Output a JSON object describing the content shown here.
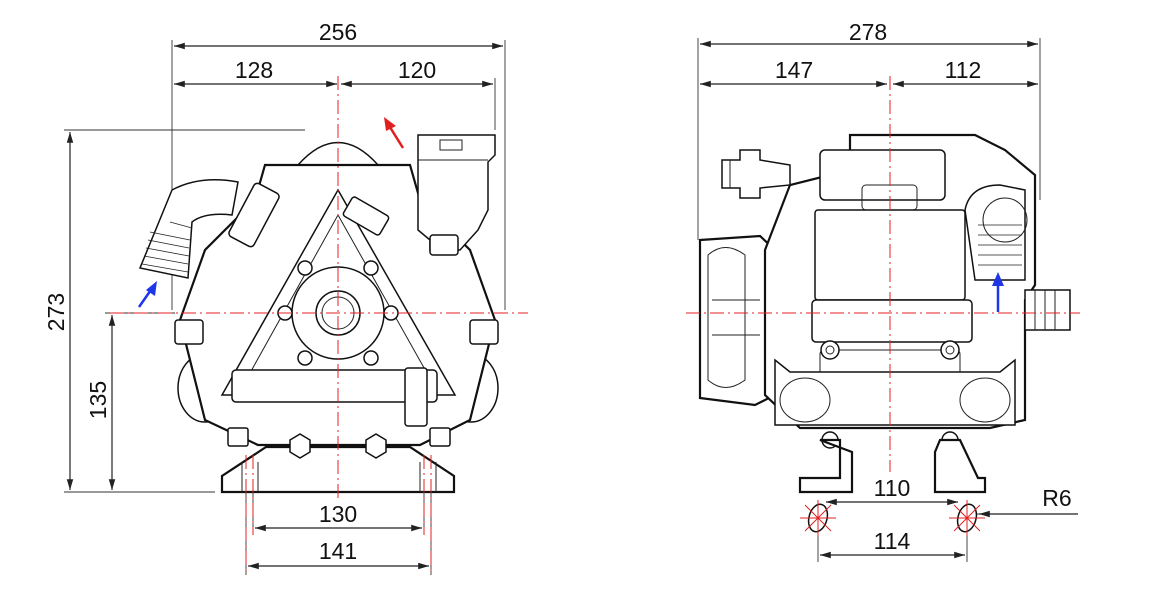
{
  "front_view": {
    "dims": {
      "overall_width": "256",
      "left_half": "128",
      "right_half": "120",
      "overall_height": "273",
      "shaft_height": "135",
      "base_inner": "130",
      "base_outer": "141"
    },
    "arrows": {
      "outlet_color": "#e02020",
      "inlet_color": "#1f35e8"
    }
  },
  "side_view": {
    "dims": {
      "overall_width": "278",
      "left_part": "147",
      "right_part": "112",
      "foot_inner": "110",
      "foot_outer": "114",
      "slot_radius": "R6"
    },
    "arrows": {
      "inlet_color": "#1f35e8"
    }
  },
  "colors": {
    "centerline": "#e02020",
    "line": "#111111"
  }
}
